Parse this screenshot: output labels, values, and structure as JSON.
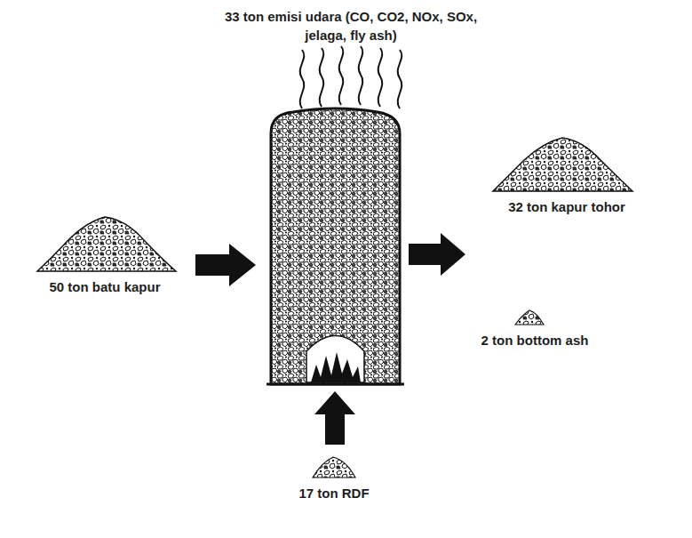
{
  "diagram": {
    "labels": [
      "33 ton emisi udara (CO, CO2, NOx, SOx, jelaga, fly ash)",
      "50 ton batu kapur",
      "32 ton kapur tohor",
      "2 ton bottom ash",
      "17 ton RDF"
    ]
  }
}
